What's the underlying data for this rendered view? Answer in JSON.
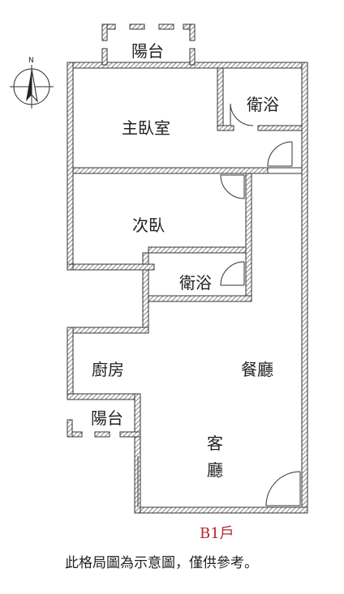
{
  "rooms": {
    "balcony_top": "陽台",
    "bath_top": "衛浴",
    "master_bedroom": "主臥室",
    "second_bedroom": "次臥",
    "bath_middle": "衛浴",
    "kitchen": "廚房",
    "dining": "餐廳",
    "balcony_bottom": "陽台",
    "living_line1": "客",
    "living_line2": "廳"
  },
  "compass": {
    "north": "N"
  },
  "unit_label": "B1戶",
  "caption": "此格局圖為示意圖，僅供參考。",
  "colors": {
    "wall": "#333333",
    "hatch": "#555555",
    "unit_label": "#b2262b"
  }
}
